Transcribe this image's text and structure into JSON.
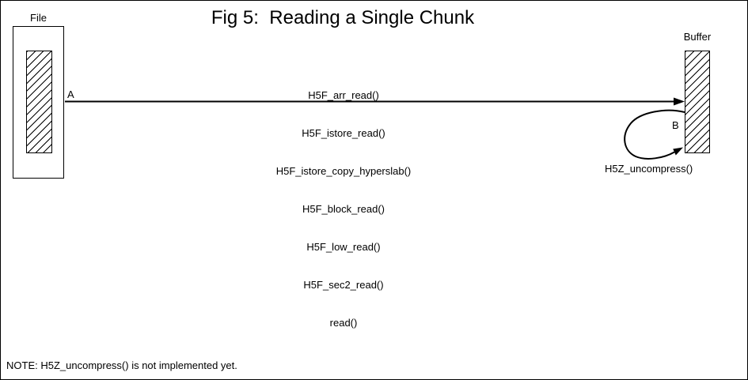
{
  "title": "Fig 5:  Reading a Single Chunk",
  "file_box": {
    "label": "File"
  },
  "buffer_box": {
    "label": "Buffer"
  },
  "read_path": {
    "marker": "A",
    "functions": [
      "H5F_arr_read()",
      "H5F_istore_read()",
      "H5F_istore_copy_hyperslab()",
      "H5F_block_read()",
      "H5F_low_read()",
      "H5F_sec2_read()",
      "read()"
    ]
  },
  "uncompress_path": {
    "marker": "B",
    "function": "H5Z_uncompress()"
  },
  "note": "NOTE: H5Z_uncompress() is not implemented yet.",
  "colors": {
    "ink": "#000000",
    "background": "#ffffff"
  }
}
